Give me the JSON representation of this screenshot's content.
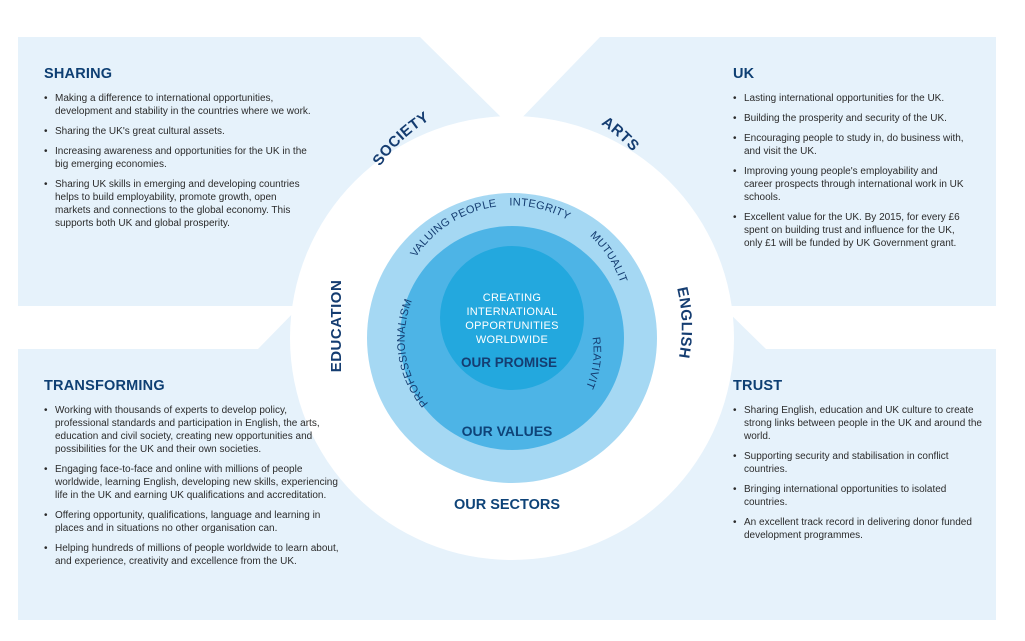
{
  "panels": {
    "sharing": {
      "title": "SHARING",
      "items": [
        "Making a difference to international opportunities, development and stability in the countries where we work.",
        "Sharing the UK's great cultural assets.",
        "Increasing awareness and opportunities for the UK in the big emerging economies.",
        "Sharing UK skills in emerging and developing countries helps to build employability, promote growth, open markets and connections to the global economy. This supports both UK and global prosperity."
      ]
    },
    "uk": {
      "title": "UK",
      "items": [
        "Lasting international opportunities for the UK.",
        "Building the prosperity and security of the UK.",
        "Encouraging people to study in, do business with, and visit the UK.",
        "Improving young people's employability and career prospects through international work in UK schools.",
        "Excellent value for the UK. By 2015, for every £6 spent on building trust and influence for the UK, only £1 will be funded by UK Government grant."
      ]
    },
    "transforming": {
      "title": "TRANSFORMING",
      "items": [
        "Working with thousands of experts to develop policy, professional standards and participation in English, the arts, education and civil society, creating new opportunities and possibilities for the UK and their own societies.",
        "Engaging face-to-face and online with millions of people worldwide, learning English, developing new skills, experiencing life in the UK and earning UK qualifications and accreditation.",
        "Offering opportunity, qualifications, language and learning in places and in situations no other organisation can.",
        "Helping hundreds of millions of people worldwide to learn about, and experience, creativity and excellence from the UK."
      ]
    },
    "trust": {
      "title": "TRUST",
      "items": [
        "Sharing English, education and UK culture to create strong links between people in the UK and around the world.",
        "Supporting security and stabilisation in conflict countries.",
        "Bringing international opportunities to isolated countries.",
        "An excellent track record in delivering donor funded development programmes."
      ]
    }
  },
  "circle": {
    "sectors": {
      "society": "SOCIETY",
      "arts": "ARTS",
      "education": "EDUCATION",
      "english": "ENGLISH",
      "label": "OUR SECTORS"
    },
    "values": {
      "valuing_people": "VALUING PEOPLE",
      "integrity": "INTEGRITY",
      "mutuality": "MUTUALITY",
      "professionalism": "PROFESSIONALISM",
      "creativity": "CREATIVITY",
      "label": "OUR VALUES"
    },
    "promise": {
      "line1": "CREATING",
      "line2": "INTERNATIONAL",
      "line3": "OPPORTUNITIES",
      "line4": "WORLDWIDE",
      "label": "OUR PROMISE"
    }
  },
  "colors": {
    "panel_bg": "#e6f2fb",
    "ring_mid": "#a5d8f3",
    "ring_inner": "#4db4e6",
    "core": "#23a8de",
    "heading": "#0e3f73",
    "dark_blue": "#153d71",
    "label_blue": "#0e4378",
    "white": "#ffffff"
  }
}
